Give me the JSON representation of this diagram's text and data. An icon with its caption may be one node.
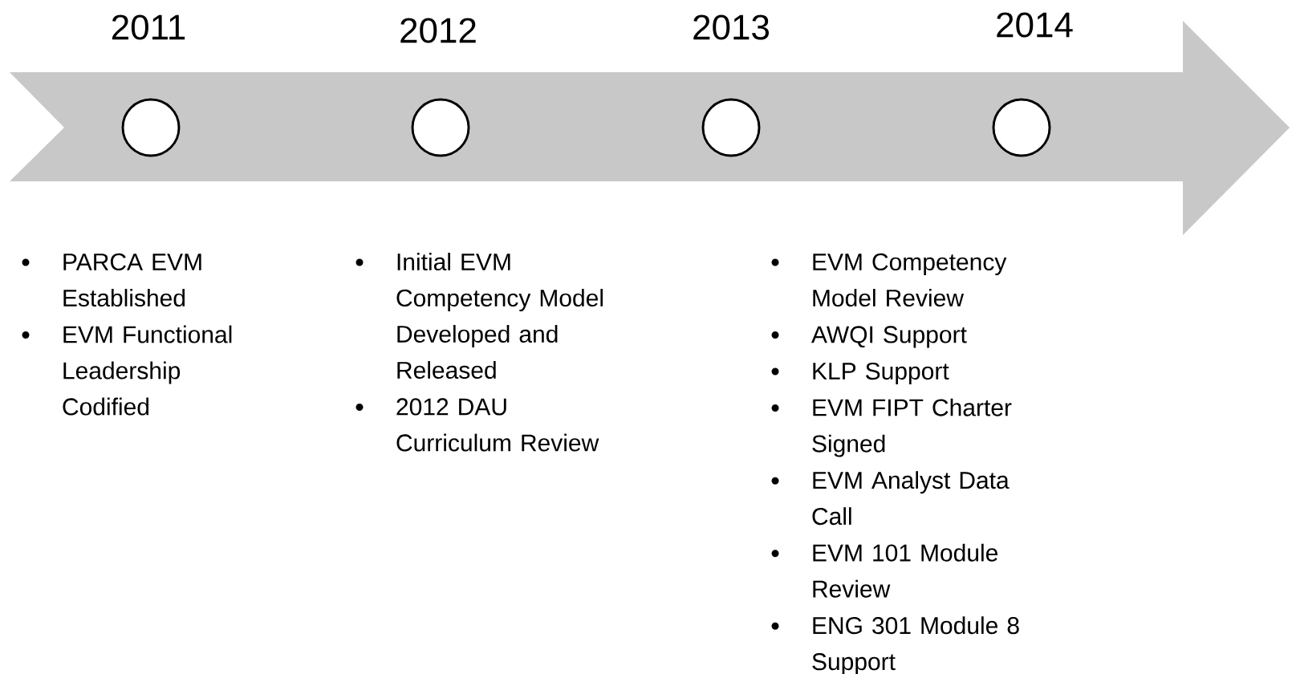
{
  "diagram": {
    "nodes": [
      {
        "text": [],
        "shape": "circle",
        "beside": [
          "2011"
        ]
      },
      {
        "text": [],
        "shape": "circle",
        "beside": [
          "2012"
        ]
      },
      {
        "text": [],
        "shape": "circle",
        "beside": [
          "2013"
        ]
      },
      {
        "text": [],
        "shape": "circle",
        "beside": [
          "2014"
        ]
      }
    ],
    "labels": [
      "PARCA EVM Established",
      "EVM Functional Leadership Codified",
      "Initial EVM Competency Model Developed and Released",
      "2012 DAU Curriculum Review",
      "EVM Competency Model Review",
      "AWQI Support",
      "KLP Support",
      "EVM FIPT Charter Signed",
      "EVM Analyst Data Call",
      "EVM 101 Module Review",
      "ENG 301 Module 8 Support"
    ]
  }
}
